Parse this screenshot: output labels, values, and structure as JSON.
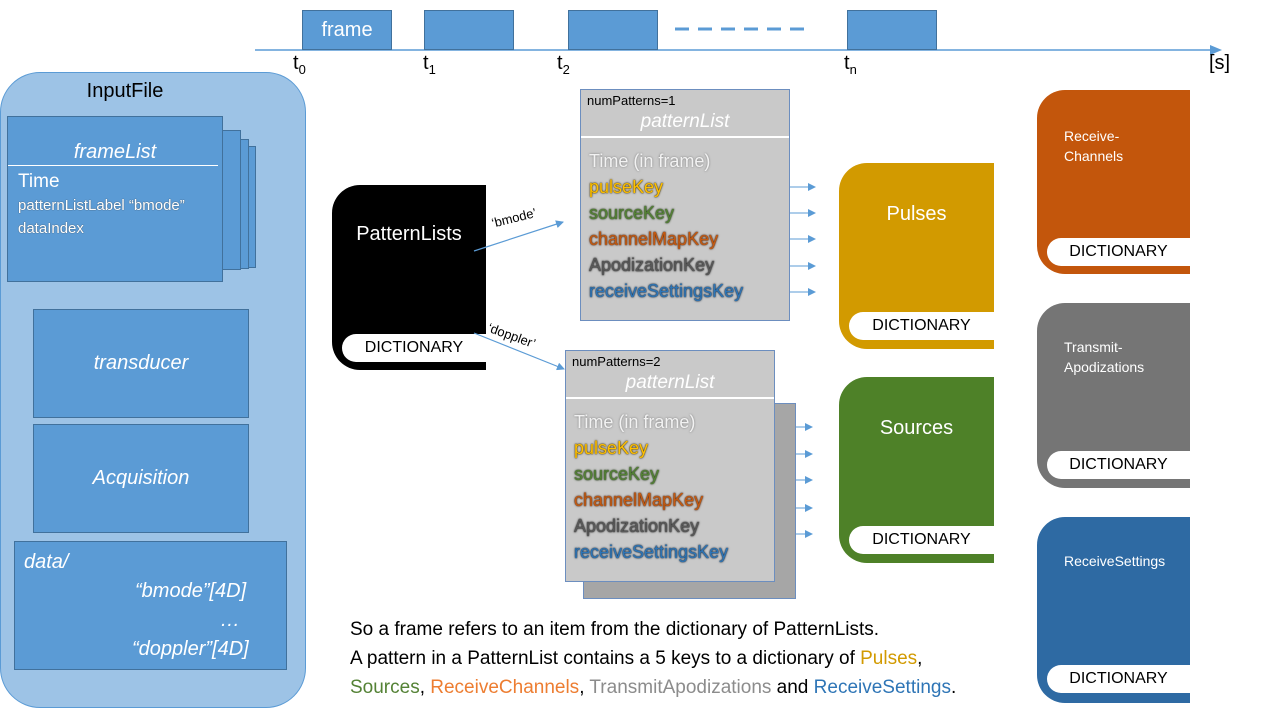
{
  "timeline": {
    "frame_label": "frame",
    "ticks": [
      {
        "t": "t",
        "sub": "0"
      },
      {
        "t": "t",
        "sub": "1"
      },
      {
        "t": "t",
        "sub": "2"
      },
      {
        "t": "t",
        "sub": "n"
      }
    ],
    "unit": "[s]"
  },
  "input_file": {
    "title": "InputFile",
    "frame_list": {
      "title": "frameList",
      "fields": [
        "Time",
        "patternListLabel “bmode”",
        "dataIndex"
      ]
    },
    "transducer": "transducer",
    "acquisition": "Acquisition",
    "data": {
      "title": "data/",
      "entries": [
        "“bmode”[4D]",
        "…",
        "“doppler”[4D]"
      ]
    }
  },
  "pattern_lists": {
    "title": "PatternLists",
    "dict_label": "DICTIONARY",
    "edge_bmode": "‘bmode’",
    "edge_doppler": "‘doppler’"
  },
  "pattern_list_1": {
    "num_patterns": "numPatterns=1",
    "title": "patternList",
    "keys": [
      "Time (in frame)",
      "pulseKey",
      "sourceKey",
      "channelMapKey",
      "ApodizationKey",
      "receiveSettingsKey"
    ]
  },
  "pattern_list_2": {
    "num_patterns": "numPatterns=2",
    "title": "patternList",
    "keys": [
      "Time (in frame)",
      "pulseKey",
      "sourceKey",
      "channelMapKey",
      "ApodizationKey",
      "receiveSettingsKey"
    ]
  },
  "dictionaries": {
    "pulses": {
      "title": "Pulses",
      "dict": "DICTIONARY"
    },
    "sources": {
      "title": "Sources",
      "dict": "DICTIONARY"
    },
    "receive_channels": {
      "title": "Receive-\nChannels",
      "dict": "DICTIONARY"
    },
    "transmit_apodizations": {
      "title": "Transmit-\nApodizations",
      "dict": "DICTIONARY"
    },
    "receive_settings": {
      "title": "ReceiveSettings",
      "dict": "DICTIONARY"
    }
  },
  "caption": {
    "line1": "So a frame refers to an item from the dictionary of PatternLists.",
    "line2_a": "A pattern in a PatternList contains a 5 keys to a dictionary of ",
    "line2_pulses": "Pulses",
    "line2_b": ",",
    "line3_sources": "Sources",
    "line3_sep1": ", ",
    "line3_recv_channels": "ReceiveChannels",
    "line3_sep2": ", ",
    "line3_transmit": "TransmitApodizations",
    "line3_and": " and ",
    "line3_recv_settings": "ReceiveSettings",
    "line3_end": "."
  },
  "colors": {
    "blue": "#5b9bd5",
    "pulses": "#d29a00",
    "sources": "#4e8128",
    "receive_channels": "#c3560c",
    "transmit_apodizations": "#757575",
    "receive_settings": "#2e6aa3"
  }
}
